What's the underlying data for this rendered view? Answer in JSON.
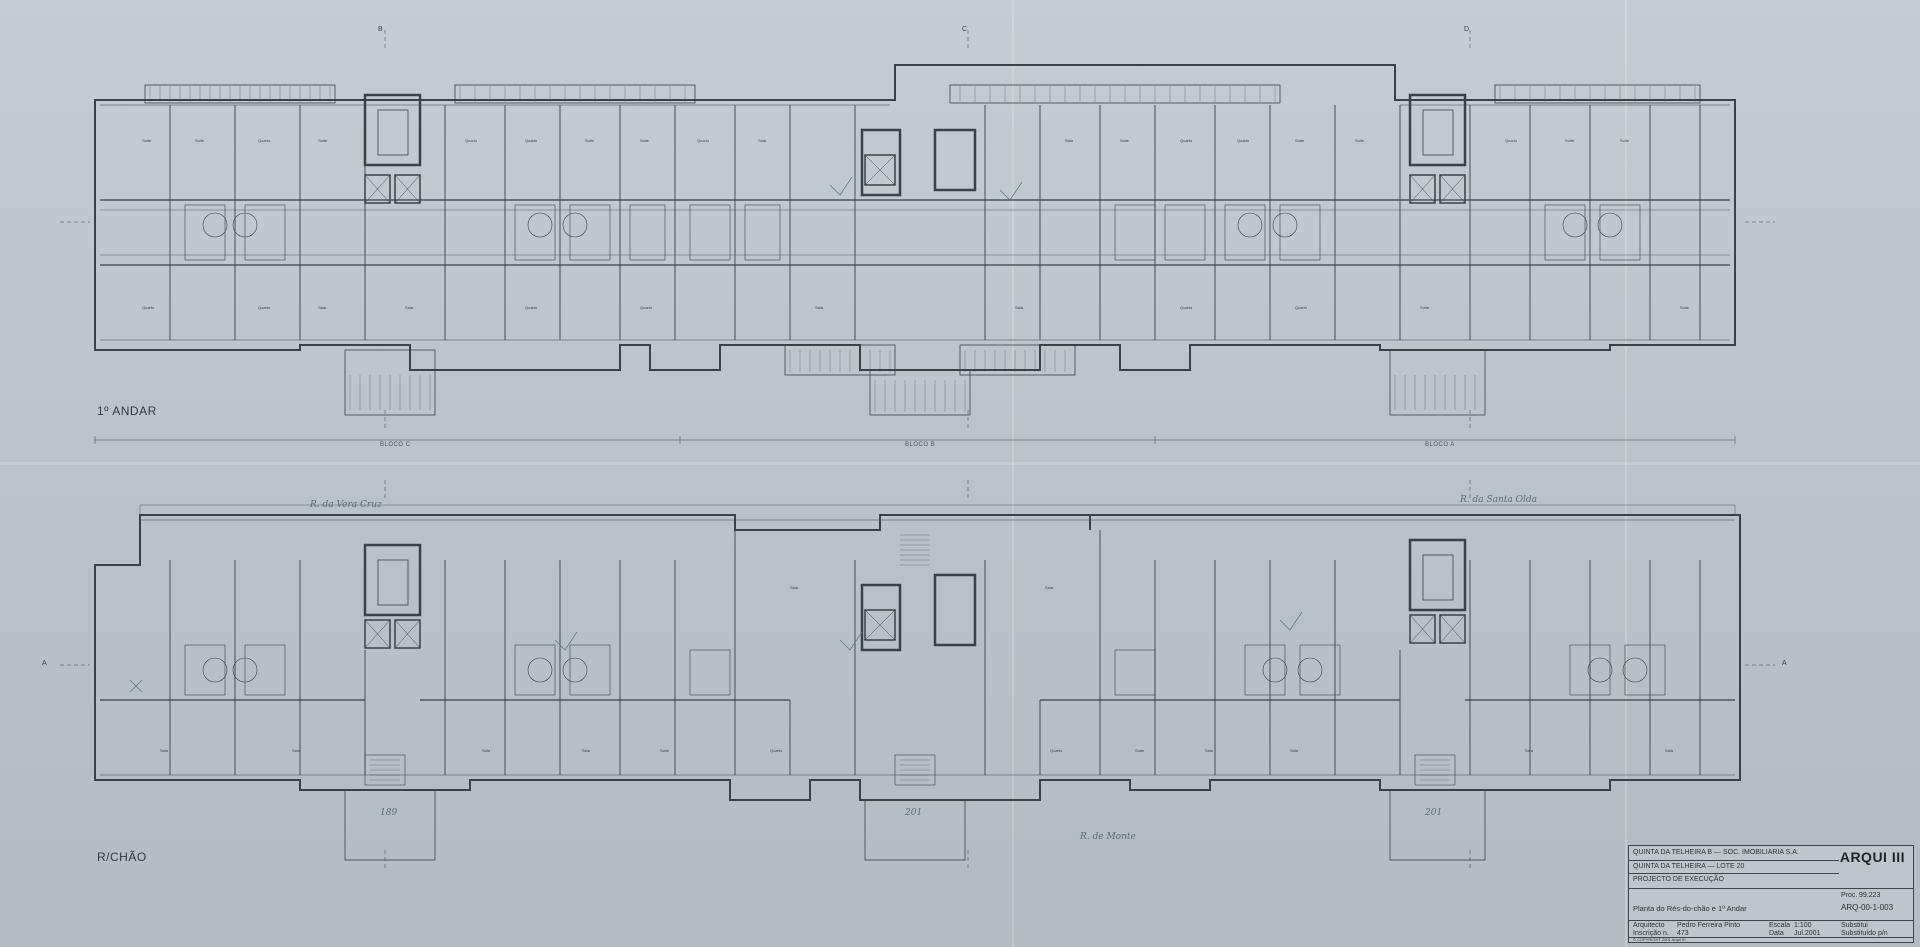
{
  "drawing": {
    "upper_floor_label": "1º ANDAR",
    "lower_floor_label": "R/CHÃO",
    "blocks": [
      "BLOCO C",
      "BLOCO B",
      "BLOCO A"
    ],
    "axis_labels": {
      "a": "A",
      "b": "B",
      "c": "C",
      "d": "D"
    },
    "upper_rooms": [
      "Suite",
      "Suite",
      "Quarto",
      "Suite",
      "Quarto",
      "Quarto",
      "Suite",
      "Suite",
      "Quarto",
      "Sala",
      "Sala",
      "Suite",
      "Quarto",
      "Quarto",
      "Suite",
      "Suite",
      "Quarto",
      "Suite",
      "Suite",
      "Quarto",
      "Quarto",
      "Sala",
      "Sala",
      "Quarto",
      "Quarto",
      "Sala",
      "Sala",
      "Quarto",
      "Quarto",
      "Suite",
      "Suite"
    ],
    "lower_rooms": [
      "Sala",
      "Sala",
      "Sala",
      "Sala",
      "Suite",
      "Quarto",
      "Sala",
      "Sala",
      "Quarto",
      "Suite",
      "Sala",
      "Sala",
      "Sala",
      "Sala"
    ],
    "handwritten": [
      "R. da Vera Cruz",
      "R. da Santa Olda",
      "R. de Monte",
      "189",
      "201",
      "201"
    ]
  },
  "title_block": {
    "client": "QUINTA DA TELHEIRA B — SOC. IMOBILIARIA S.A.",
    "site": "QUINTA DA TELHEIRA — LOTE 20",
    "phase": "PROJECTO DE EXECUÇÃO",
    "sheet_title": "Planta do Rés-do-chão e 1º Andar",
    "architect_label": "Arquitecto",
    "architect": "Pedro Ferreira Pinto",
    "scale_label": "Escala",
    "scale": "1:100",
    "date_label": "Data",
    "date": "Jul.2001",
    "inscription_label": "Inscrição n.",
    "inscription": "473",
    "proc_label": "Proc.",
    "proc": "99.223",
    "drawing_number": "ARQ-00-1-003",
    "firm": "ARQUI III",
    "replaces_label": "Substitui",
    "replaced_by_label": "Substituído p/n",
    "footer": "© COPYRIGHT 2001 Arqui III"
  }
}
